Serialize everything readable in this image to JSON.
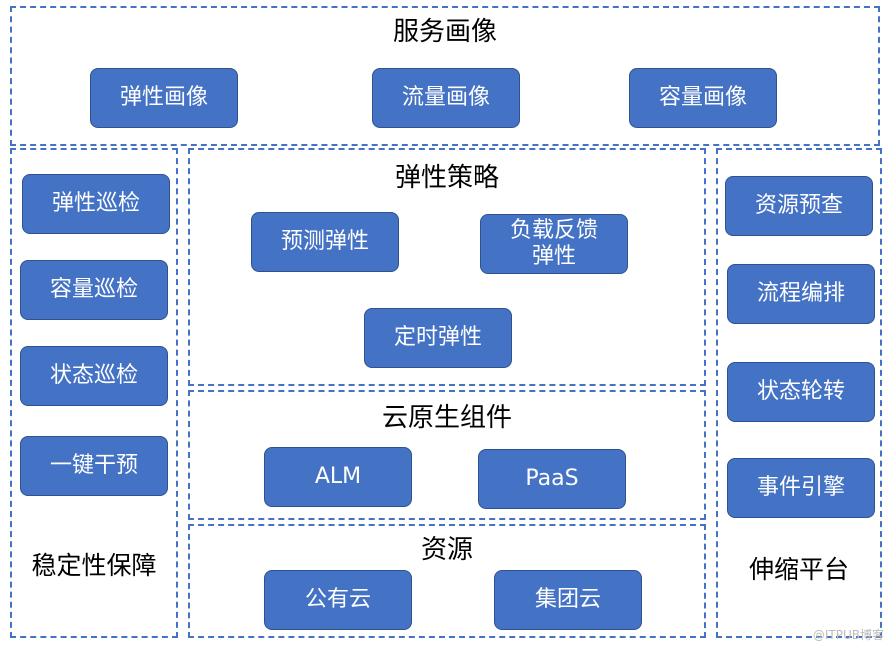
{
  "service_profile": {
    "title": "服务画像",
    "items": [
      "弹性画像",
      "流量画像",
      "容量画像"
    ]
  },
  "stability": {
    "label": "稳定性保障",
    "items": [
      "弹性巡检",
      "容量巡检",
      "状态巡检",
      "一键干预"
    ]
  },
  "elastic_strategy": {
    "title": "弹性策略",
    "items": [
      "预测弹性",
      "负载反馈\n弹性",
      "定时弹性"
    ]
  },
  "cloud_native": {
    "title": "云原生组件",
    "items": [
      "ALM",
      "PaaS"
    ]
  },
  "resources": {
    "title": "资源",
    "items": [
      "公有云",
      "集团云"
    ]
  },
  "scaling_platform": {
    "label": "伸缩平台",
    "items": [
      "资源预查",
      "流程编排",
      "状态轮转",
      "事件引擎"
    ]
  },
  "watermark": "@ITPUB博客",
  "colors": {
    "box_fill": "#4472C4",
    "border_dash": "#4472C4"
  }
}
